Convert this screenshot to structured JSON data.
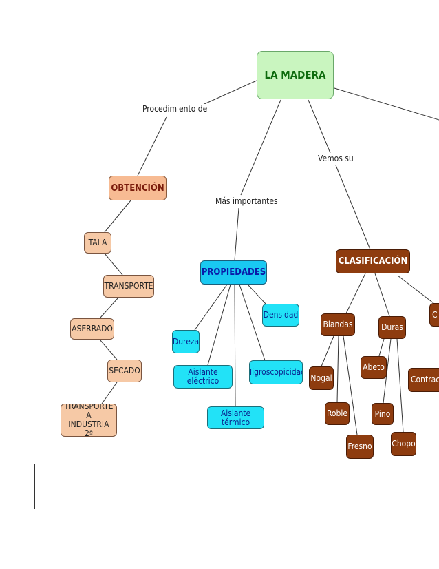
{
  "root": "LA MADERA",
  "links": {
    "procedimiento": "Procedimiento de",
    "importantes": "Más importantes",
    "vemos": "Vemos su"
  },
  "obtencion": {
    "title": "OBTENCIÓN",
    "steps": [
      "TALA",
      "TRANSPORTE",
      "ASERRADO",
      "SECADO",
      "TRANSPORTE A\nINDUSTRIA 2ª"
    ]
  },
  "propiedades": {
    "title": "PROPIEDADES",
    "items": [
      "Densidad",
      "Dureza",
      "Aislante eléctrico",
      "Higroscopicidad",
      "Aislante térmico"
    ]
  },
  "clasificacion": {
    "title": "CLASIFICACIÓN",
    "blandas": {
      "label": "Blandas",
      "items": [
        "Nogal",
        "Roble",
        "Fresno"
      ]
    },
    "duras": {
      "label": "Duras",
      "items": [
        "Abeto",
        "Pino",
        "Chopo"
      ]
    },
    "third": {
      "label": "C",
      "items": [
        "Contrach"
      ]
    }
  },
  "colors": {
    "root_fill": "#c9f5bf",
    "obtencion_fill": "#f6c9a6",
    "propiedades_fill": "#22e2f7",
    "clasificacion_fill": "#8e3c0f"
  }
}
